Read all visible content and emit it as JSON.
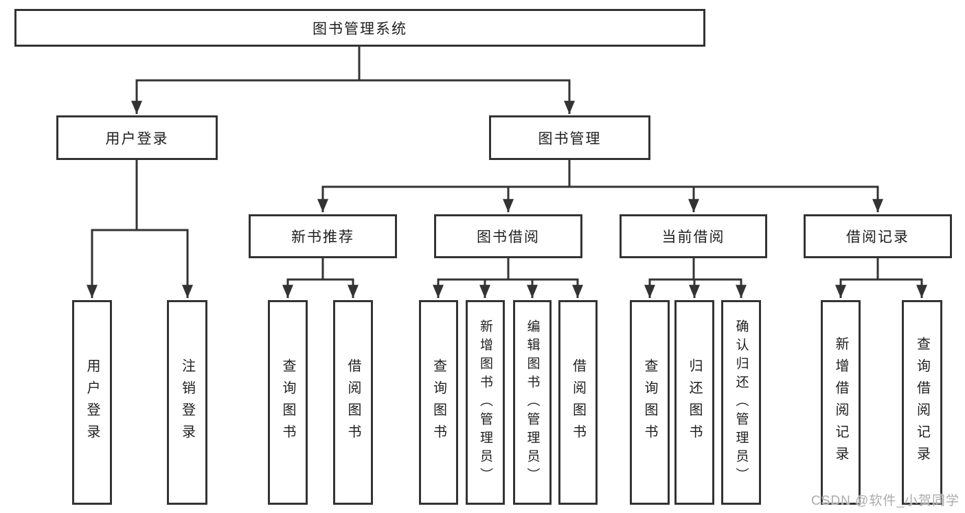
{
  "tree": {
    "label": "图书管理系统",
    "children": [
      {
        "label": "用户登录",
        "children": [
          {
            "label": "用户登录"
          },
          {
            "label": "注销登录"
          }
        ]
      },
      {
        "label": "图书管理",
        "children": [
          {
            "label": "新书推荐",
            "children": [
              {
                "label": "查询图书"
              },
              {
                "label": "借阅图书"
              }
            ]
          },
          {
            "label": "图书借阅",
            "children": [
              {
                "label": "查询图书"
              },
              {
                "label": "新增图书（管理员）"
              },
              {
                "label": "编辑图书（管理员）"
              },
              {
                "label": "借阅图书"
              }
            ]
          },
          {
            "label": "当前借阅",
            "children": [
              {
                "label": "查询图书"
              },
              {
                "label": "归还图书"
              },
              {
                "label": "确认归还（管理员）"
              }
            ]
          },
          {
            "label": "借阅记录",
            "children": [
              {
                "label": "新增借阅记录"
              },
              {
                "label": "查询借阅记录"
              }
            ]
          }
        ]
      }
    ]
  },
  "watermark": "CSDN @软件_小贺同学",
  "colors": {
    "line": "#333333",
    "text": "#1f1f1f",
    "box_background": "#ffffff",
    "watermark": "#ababab",
    "background": "#ffffff"
  }
}
